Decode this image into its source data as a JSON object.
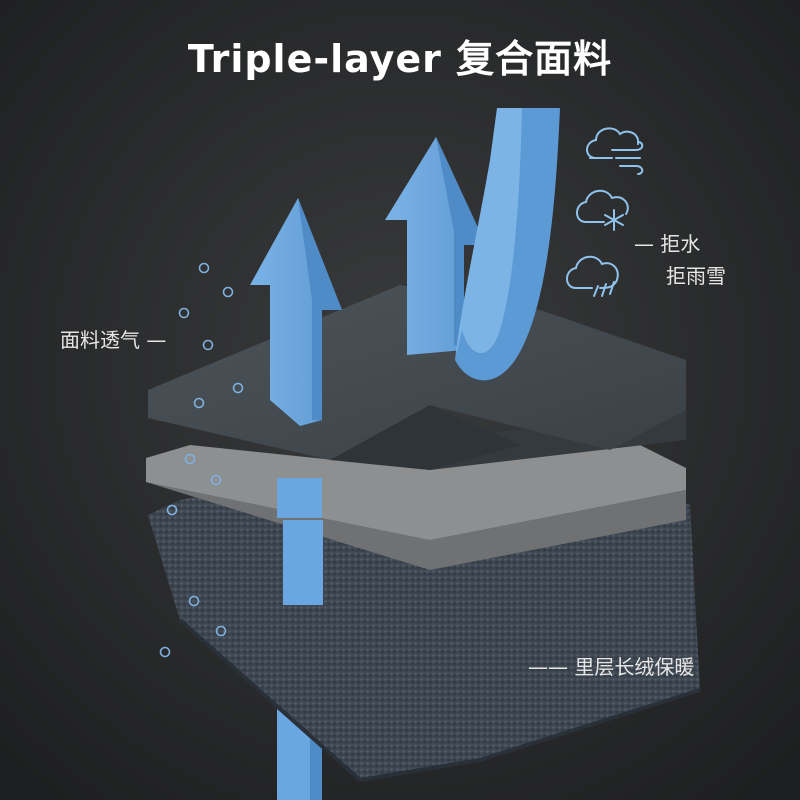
{
  "title": "Triple-layer 复合面料",
  "labels": {
    "breathable": "面料透气 —",
    "water_repellent": "— 拒水",
    "snow_repellent": "拒雨雪",
    "fleece_warm": "—— 里层长绒保暖"
  },
  "icons": {
    "wind": "cloud-wind-icon",
    "snow": "cloud-snow-icon",
    "rain": "cloud-rain-icon"
  },
  "colors": {
    "background": "#2a2b2c",
    "arrow_blue": "#6aa6df",
    "icon_blue": "#8fc3ee",
    "top_layer": "#454c52",
    "middle_layer": "#8d8f91",
    "fleece_layer": "#3d4650"
  }
}
